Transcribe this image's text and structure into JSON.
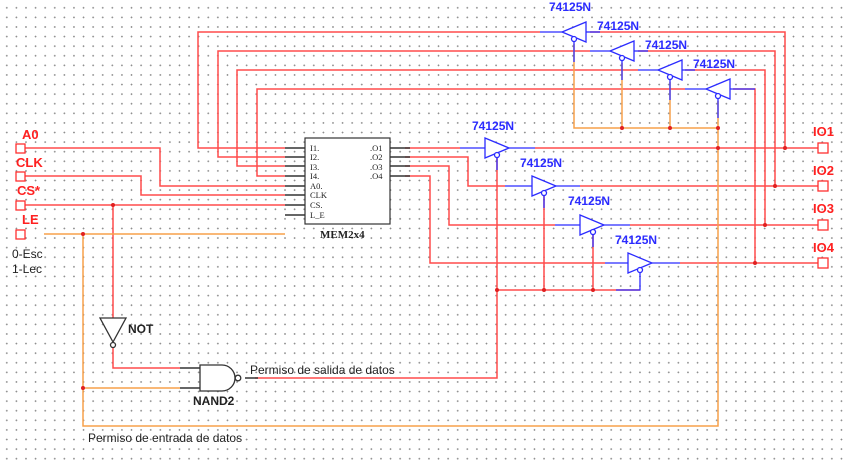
{
  "colors": {
    "wire_red": "#ff4b4b",
    "wire_orange": "#f7a04a",
    "component_blue": "#2b2bff",
    "component_black": "#333333",
    "label_red": "#ff2020"
  },
  "ports_left": [
    {
      "id": "A0",
      "label": "A0"
    },
    {
      "id": "CLK",
      "label": "CLK"
    },
    {
      "id": "CS",
      "label": "CS*"
    },
    {
      "id": "LE",
      "label": "LE"
    }
  ],
  "le_note": [
    "0-Esc",
    "1-Lec"
  ],
  "ports_right": [
    {
      "id": "IO1",
      "label": "IO1"
    },
    {
      "id": "IO2",
      "label": "IO2"
    },
    {
      "id": "IO3",
      "label": "IO3"
    },
    {
      "id": "IO4",
      "label": "IO4"
    }
  ],
  "memory": {
    "name": "MEM2x4",
    "inputs": [
      "I1.",
      "I2.",
      "I3.",
      "I4.",
      "A0.",
      "CLK",
      "CS.",
      "L_E"
    ],
    "outputs": [
      ".O1",
      ".O2",
      ".O3",
      ".O4"
    ]
  },
  "buffers_label": "74125N",
  "not_gate": "NOT",
  "nand_gate": "NAND2",
  "signal_labels": {
    "output_enable": "Permiso de salida de datos",
    "input_enable": "Permiso de entrada de datos"
  }
}
